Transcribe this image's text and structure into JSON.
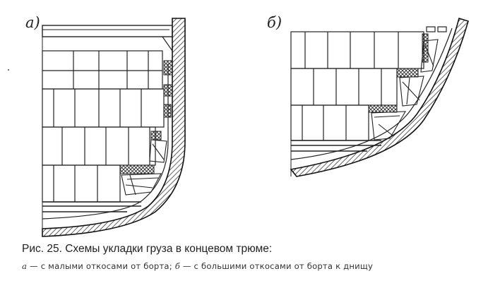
{
  "figure": {
    "panel_a_label": "а)",
    "panel_b_label": "б)"
  },
  "caption": {
    "title": "Рис. 25. Схемы укладки груза в концевом трюме:",
    "item_a_letter": "а",
    "item_a_text": " — с малыми откосами от борта; ",
    "item_b_letter": "б",
    "item_b_text": " — с большими откосами от борта к днищу"
  }
}
